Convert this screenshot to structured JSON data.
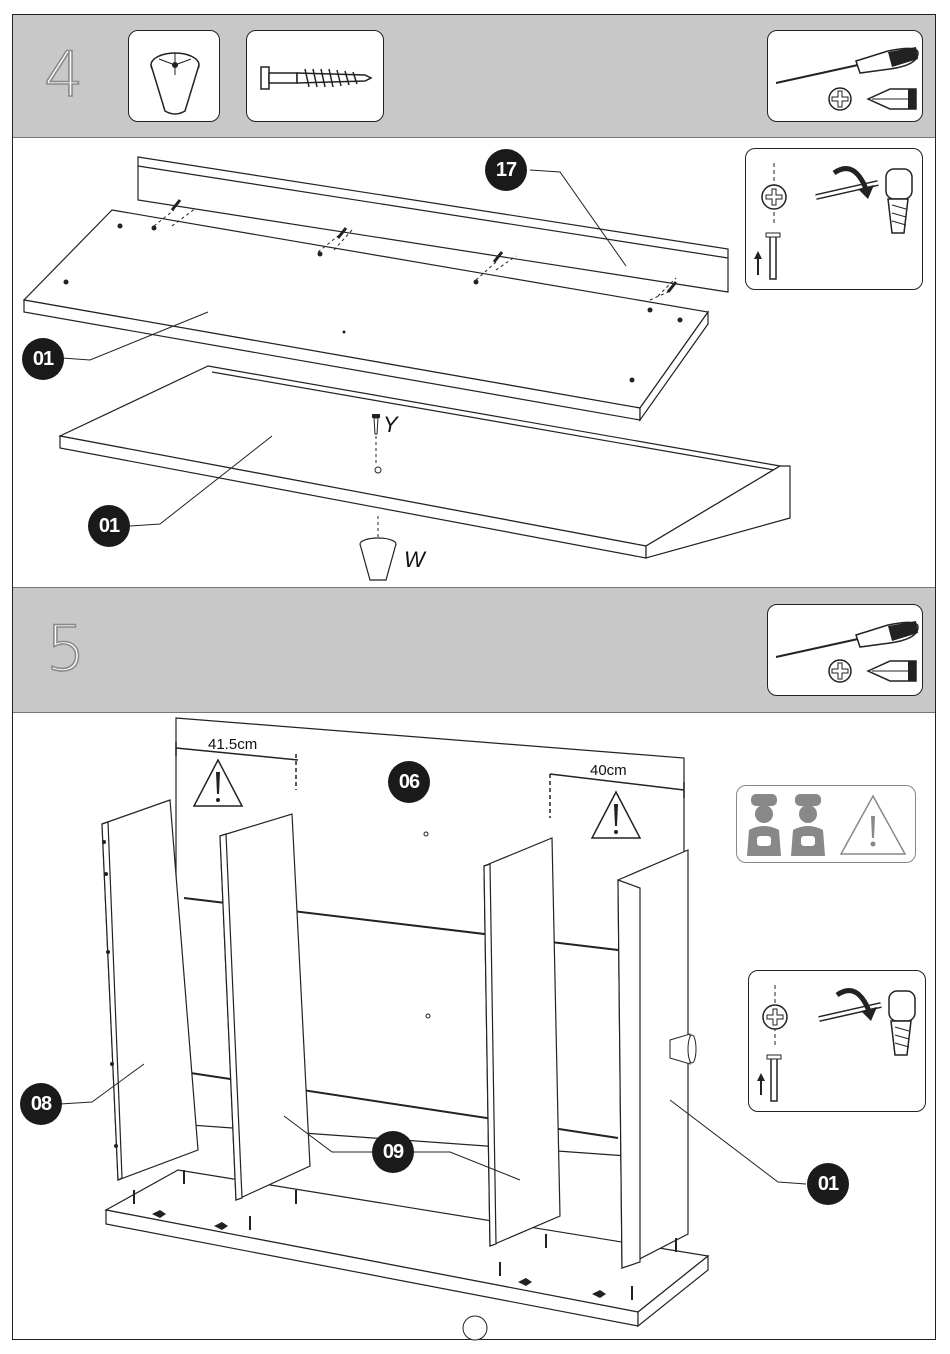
{
  "steps": [
    {
      "number": "4",
      "hardware": [
        "leg-icon",
        "screw-bolt-icon"
      ],
      "tools": [
        "screwdriver-icon",
        "phillips-tip-icon",
        "flat-tip-icon"
      ]
    },
    {
      "number": "5",
      "tools": [
        "screwdriver-icon",
        "phillips-tip-icon",
        "flat-tip-icon"
      ]
    }
  ],
  "step4": {
    "callouts": {
      "back_panel": "17",
      "top_panel": "01",
      "bottom_panel": "01"
    },
    "hardware_labels": {
      "screw": "Y",
      "leg": "W"
    }
  },
  "step5": {
    "callouts": {
      "back_board": "06",
      "side_left": "08",
      "dividers": "09",
      "side_right": "01"
    },
    "dimensions": {
      "left": "41.5cm",
      "right": "40cm"
    },
    "notice_icons": [
      "two-people-icon",
      "warning-icon"
    ]
  },
  "colors": {
    "band": "#c8c8c8",
    "callout": "#1a1a1a",
    "line": "#222222"
  }
}
